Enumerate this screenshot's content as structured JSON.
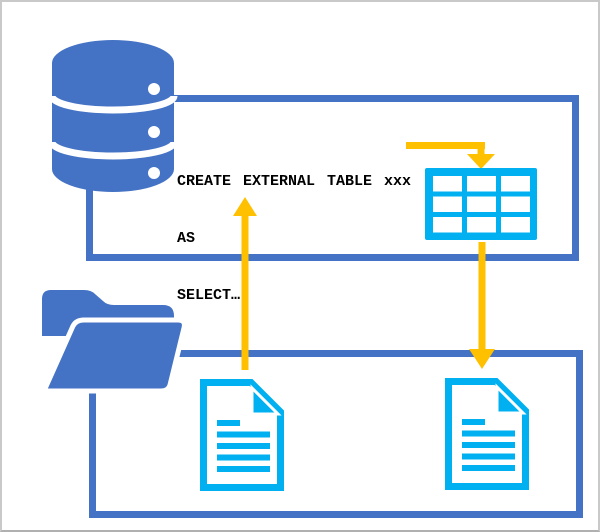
{
  "diagram": {
    "sql_statement": {
      "line1": "CREATE EXTERNAL TABLE xxx",
      "line2": "AS",
      "line3": "SELECT…"
    },
    "icons": [
      "database-icon",
      "folder-icon",
      "table-grid-icon",
      "document-icon",
      "document-icon"
    ]
  },
  "colors": {
    "primary_blue": "#4472C4",
    "accent_cyan": "#00B0F0",
    "arrow_yellow": "#FFC000",
    "frame_gray": "#C9C9C9",
    "frame_gray_dark": "#B0B0B0",
    "text_color": "#000000"
  }
}
